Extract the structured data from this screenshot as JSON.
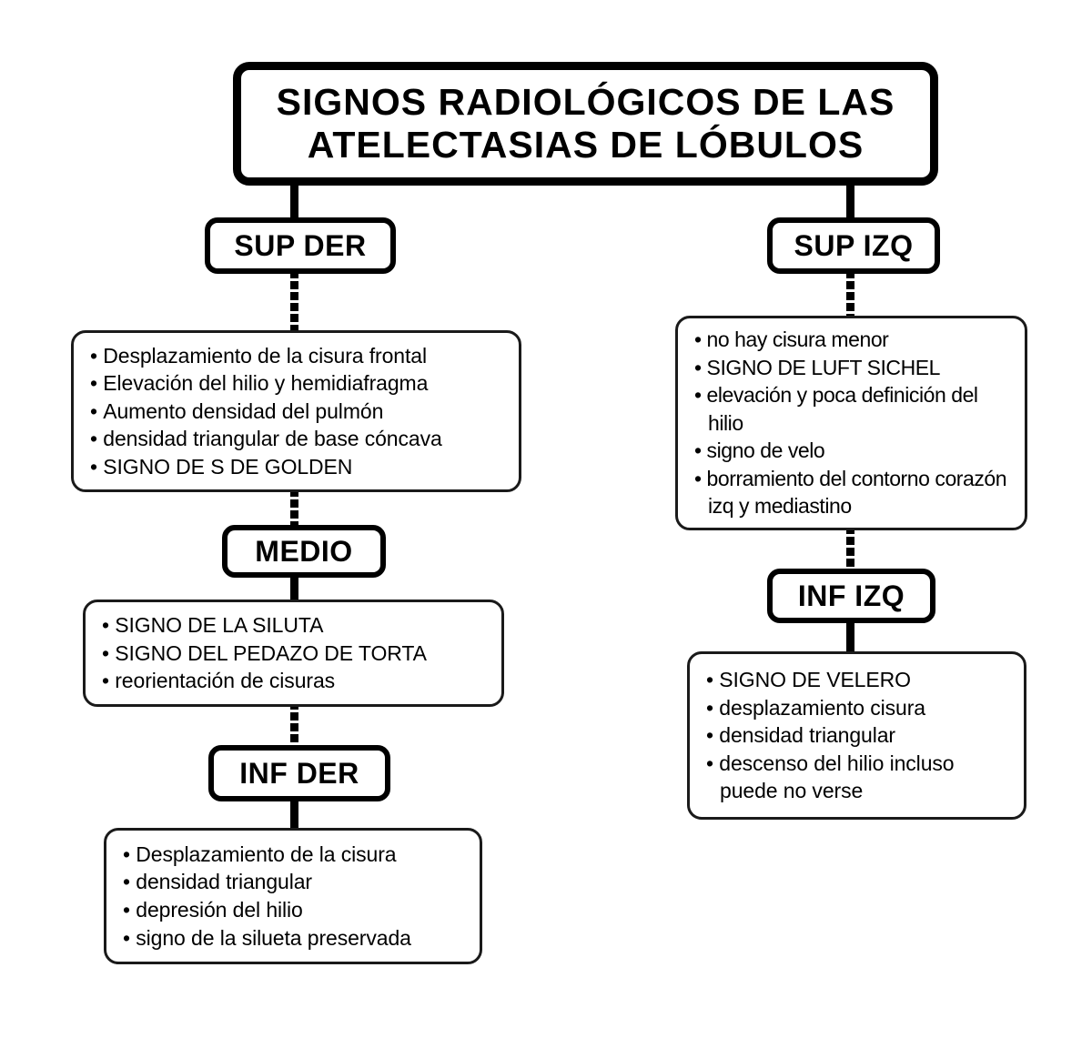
{
  "diagram": {
    "type": "flowchart",
    "title_node": {
      "id": "title",
      "text": "SIGNOS RADIOLÓGICOS DE LAS\nATELECTASIAS DE LÓBULOS"
    },
    "branches": {
      "right_lung": {
        "labels": {
          "sup": "SUP DER",
          "medio": "MEDIO",
          "inf": "INF DER"
        },
        "sup_der_signs": [
          "Desplazamiento de la cisura frontal",
          "Elevación del hilio y hemidiafragma",
          "Aumento densidad del pulmón",
          "densidad triangular de base cóncava",
          "SIGNO DE S DE GOLDEN"
        ],
        "medio_signs": [
          "SIGNO DE LA SILUTA",
          "SIGNO DEL PEDAZO DE TORTA",
          "reorientación de cisuras"
        ],
        "inf_der_signs": [
          "Desplazamiento de la cisura",
          "densidad triangular",
          "depresión del hilio",
          "signo de la silueta preservada"
        ]
      },
      "left_lung": {
        "labels": {
          "sup": "SUP IZQ",
          "inf": "INF IZQ"
        },
        "sup_izq_signs": [
          "no hay cisura menor",
          "SIGNO DE LUFT SICHEL",
          "elevación y poca definición del hilio",
          "signo de velo",
          "borramiento del contorno corazón izq y mediastino"
        ],
        "inf_izq_signs": [
          "SIGNO DE VELERO",
          "desplazamiento cisura",
          "densidad triangular",
          "descenso del hilio incluso puede no verse"
        ]
      }
    },
    "colors": {
      "background": "#ffffff",
      "stroke": "#000000",
      "text": "#000000"
    }
  }
}
